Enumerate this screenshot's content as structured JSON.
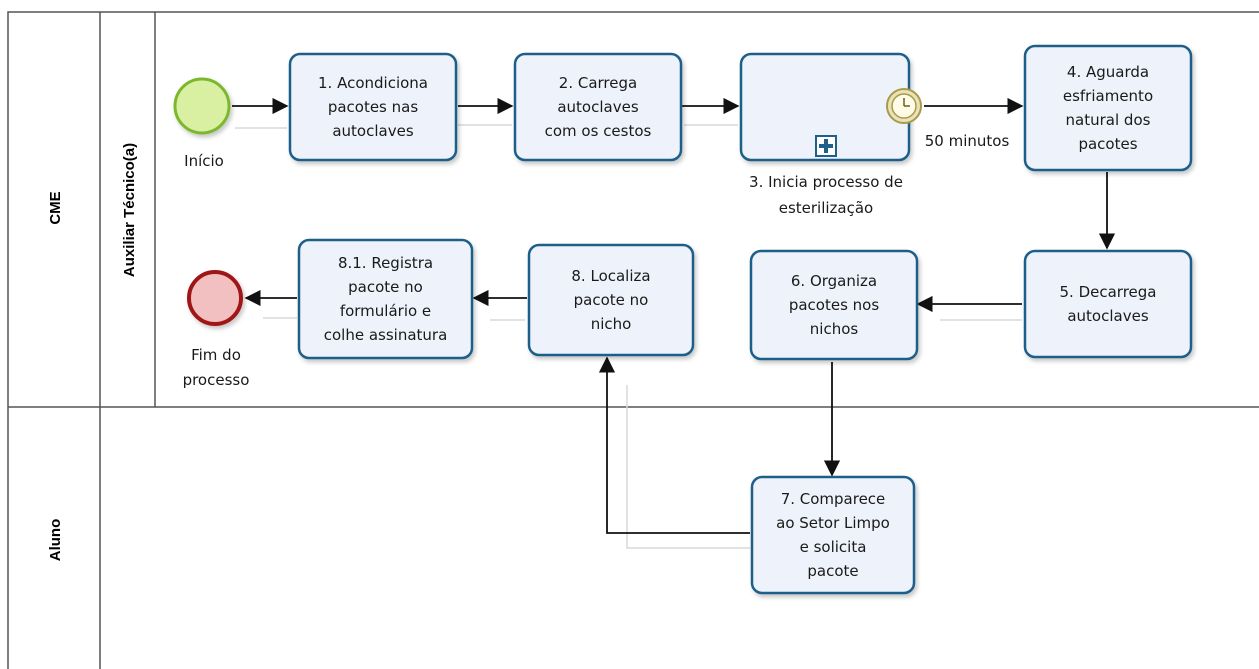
{
  "pool": {
    "name": "CME"
  },
  "lanes": [
    {
      "name": "Auxiliar Técnico(a)"
    },
    {
      "name": "Aluno"
    }
  ],
  "events": {
    "start": {
      "label": "Início"
    },
    "end": {
      "label_lines": [
        "Fim do",
        "processo"
      ]
    }
  },
  "timer": {
    "label": "50 minutos"
  },
  "tasks": [
    {
      "id": "t1",
      "lines": [
        "1. Acondiciona",
        "pacotes nas",
        "autoclaves"
      ]
    },
    {
      "id": "t2",
      "lines": [
        "2. Carrega",
        "autoclaves",
        "com os cestos"
      ]
    },
    {
      "id": "t3",
      "lines": [],
      "caption_lines": [
        "3. Inicia processo de",
        "esterilização"
      ],
      "subprocess": true
    },
    {
      "id": "t4",
      "lines": [
        "4. Aguarda",
        "esfriamento",
        "natural dos",
        "pacotes"
      ]
    },
    {
      "id": "t5",
      "lines": [
        "5. Decarrega",
        "autoclaves"
      ]
    },
    {
      "id": "t6",
      "lines": [
        "6. Organiza",
        "pacotes nos",
        "nichos"
      ]
    },
    {
      "id": "t7",
      "lines": [
        "7.  Comparece",
        "ao Setor Limpo",
        "e solicita",
        "pacote"
      ]
    },
    {
      "id": "t8",
      "lines": [
        "8. Localiza",
        "pacote no",
        "nicho"
      ]
    },
    {
      "id": "t81",
      "lines": [
        "8.1. Registra",
        "pacote no",
        "formulário e",
        "colhe assinatura"
      ]
    }
  ],
  "colors": {
    "task_fill": "#eef3fb",
    "task_stroke": "#1f5f8a",
    "start_fill": "#d9f0a3",
    "start_stroke": "#7cb82f",
    "end_fill": "#f2c0c0",
    "end_stroke": "#a01818",
    "timer_fill": "#e9e2b8",
    "timer_stroke": "#a89a4a"
  }
}
